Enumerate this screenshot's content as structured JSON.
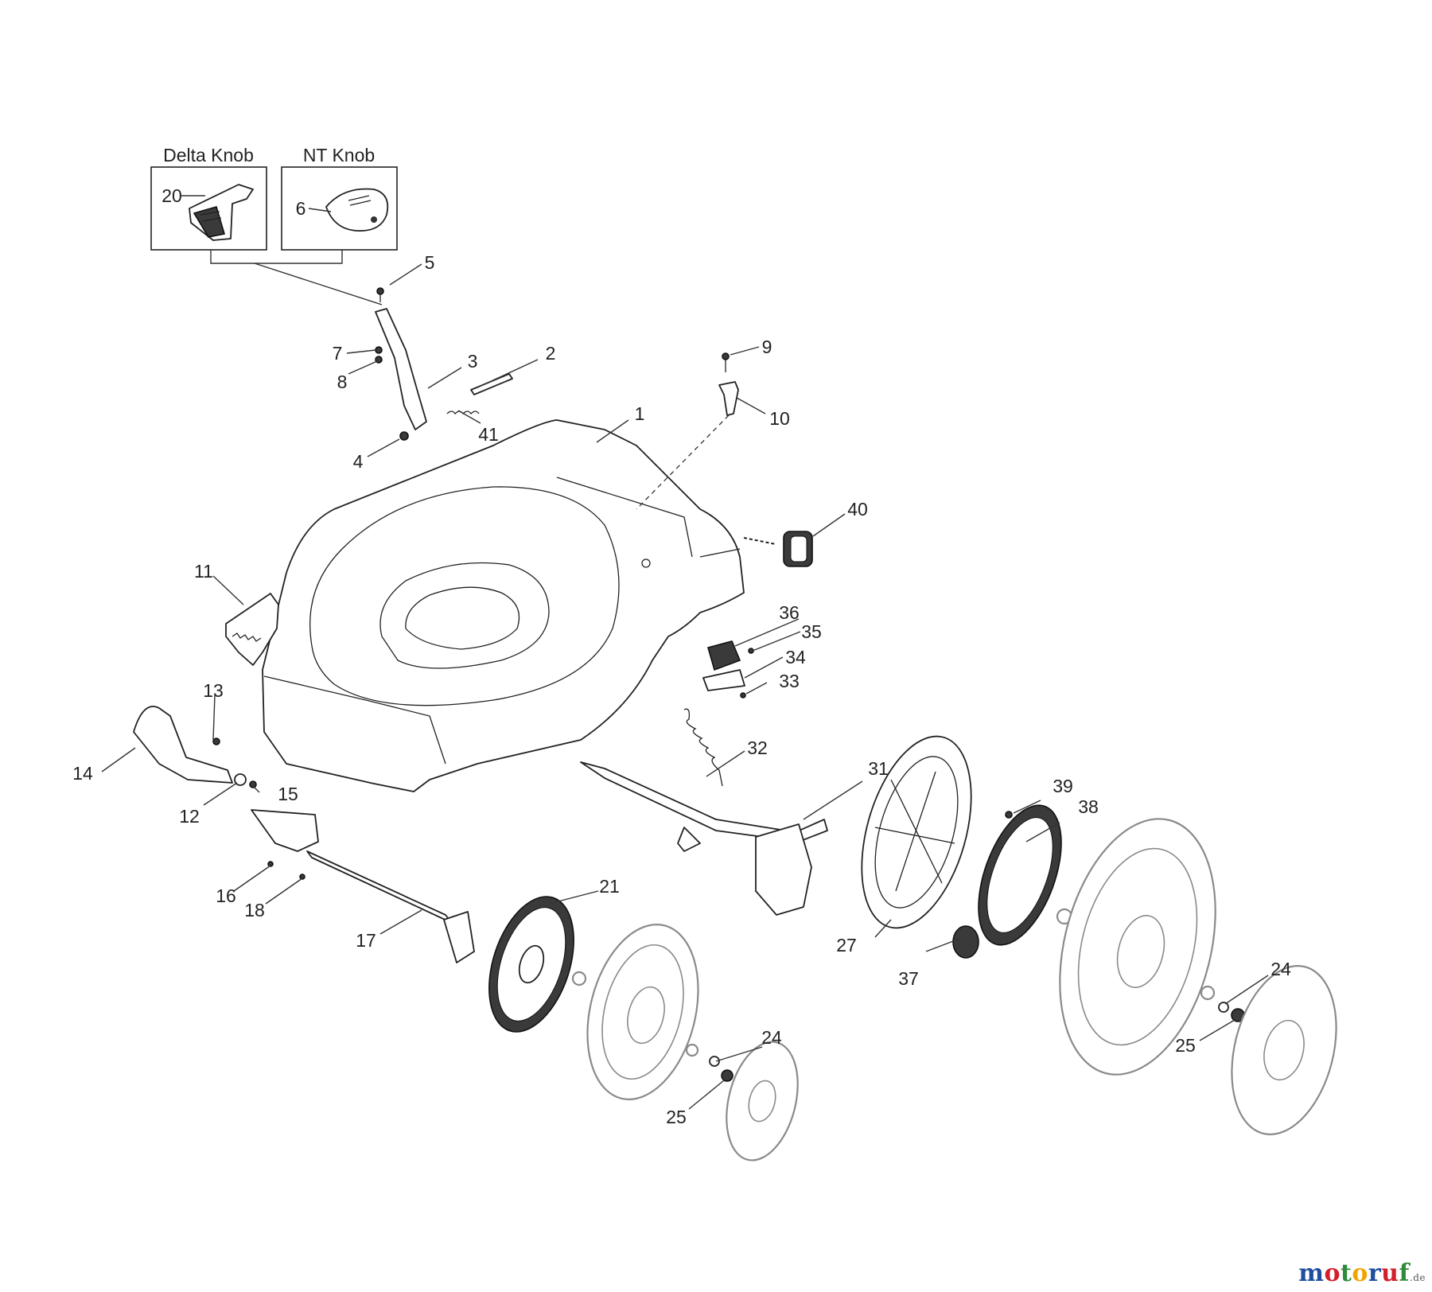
{
  "boxes": {
    "delta_title": "Delta Knob",
    "nt_title": "NT Knob"
  },
  "labels": {
    "p1": "1",
    "p2": "2",
    "p3": "3",
    "p4": "4",
    "p5": "5",
    "p6": "6",
    "p7": "7",
    "p8": "8",
    "p9": "9",
    "p10": "10",
    "p11": "11",
    "p12": "12",
    "p13": "13",
    "p14": "14",
    "p15": "15",
    "p16": "16",
    "p17": "17",
    "p18": "18",
    "p20": "20",
    "p21": "21",
    "p24": "24",
    "p25": "25",
    "p27": "27",
    "p31": "31",
    "p32": "32",
    "p33": "33",
    "p34": "34",
    "p35": "35",
    "p36": "36",
    "p37": "37",
    "p38": "38",
    "p39": "39",
    "p40": "40",
    "p41": "41"
  },
  "watermark": {
    "letters": [
      "m",
      "o",
      "t",
      "o",
      "r",
      "u",
      "f"
    ],
    "domain": ".de"
  }
}
